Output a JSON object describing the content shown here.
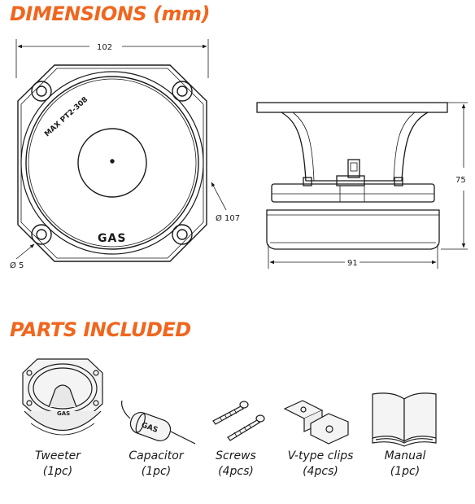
{
  "brand_color": "#f0661e",
  "dimensions": {
    "heading": "DIMENSIONS (mm)",
    "front_width": "102",
    "outer_diameter": "Ø 107",
    "hole_diameter": "Ø 5",
    "side_height": "75",
    "side_width": "91",
    "model_label": "MAX PT2-308",
    "logo": "GAS"
  },
  "parts": {
    "heading": "PARTS INCLUDED",
    "items": [
      {
        "name": "Tweeter",
        "qty": "(1pc)",
        "icon": "tweeter-icon"
      },
      {
        "name": "Capacitor",
        "qty": "(1pc)",
        "icon": "capacitor-icon"
      },
      {
        "name": "Screws",
        "qty": "(4pcs)",
        "icon": "screw-icon"
      },
      {
        "name": "V-type clips",
        "qty": "(4pcs)",
        "icon": "clip-icon"
      },
      {
        "name": "Manual",
        "qty": "(1pc)",
        "icon": "manual-icon"
      }
    ]
  }
}
